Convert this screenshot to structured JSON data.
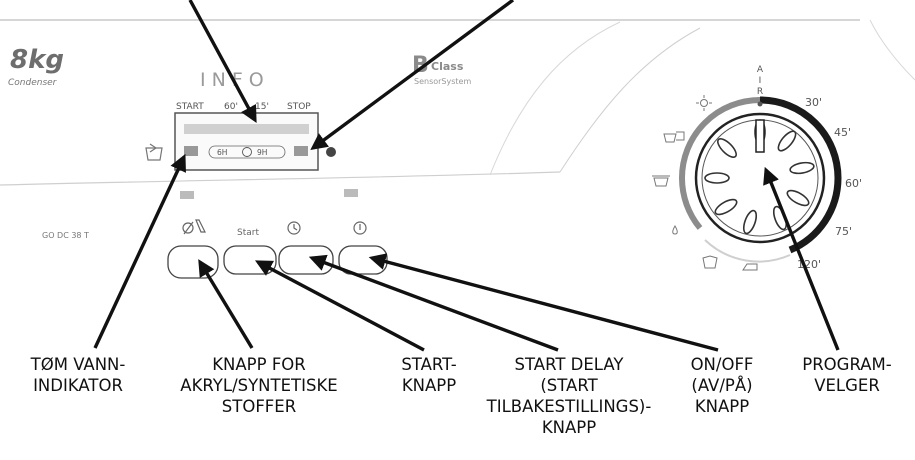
{
  "panel": {
    "capacity": "8kg",
    "model_line": "Condenser",
    "info_label": "INFO",
    "brand_letter": "B",
    "brand_suffix": "Class",
    "sensor": "SensorSystem",
    "model_code": "GO DC 38 T",
    "time_labels": [
      "START",
      "60'",
      "15'",
      "STOP"
    ],
    "timer_left": "6H",
    "timer_right": "9H",
    "start_button_label": "Start"
  },
  "dial": {
    "air_letters": [
      "A",
      "I",
      "R"
    ],
    "time_marks": [
      "30'",
      "45'",
      "60'",
      "75'",
      "120'"
    ],
    "mark_colors": {
      "dark": "#1a1a1a",
      "grey": "#8c8c8c"
    }
  },
  "callouts": {
    "drain_indicator": [
      "TØM VANN-",
      "INDIKATOR"
    ],
    "synthetics_button": [
      "KNAPP FOR",
      "AKRYL/SYNTETISKE",
      "STOFFER"
    ],
    "start_button": [
      "START-",
      "KNAPP"
    ],
    "start_delay_button": [
      "START DELAY",
      "(START",
      "TILBAKESTILLINGS)-",
      "KNAPP"
    ],
    "on_off_button": [
      "ON/OFF",
      "(AV/PÅ)",
      "KNAPP"
    ],
    "program_selector": [
      "PROGRAM-",
      "VELGER"
    ]
  }
}
